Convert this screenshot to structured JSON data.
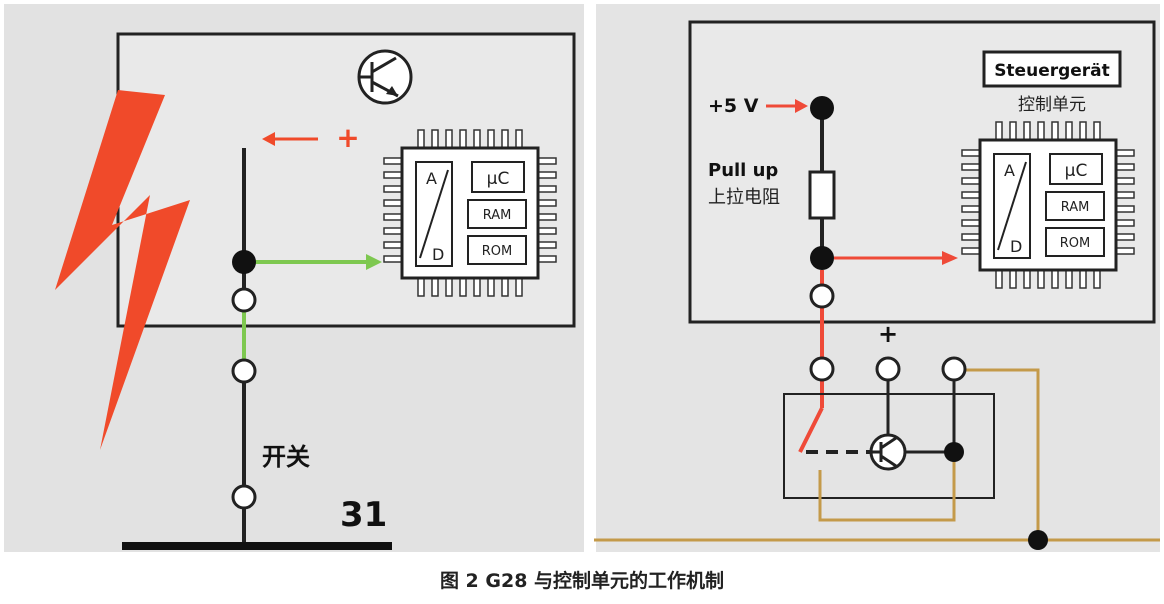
{
  "left_panel": {
    "minus_sign": "—",
    "plus_sign": "+",
    "switch_label": "开关",
    "ground_label": "31",
    "chip": {
      "ad": [
        "A",
        "D"
      ],
      "uc": "μC",
      "ram": "RAM",
      "rom": "ROM"
    }
  },
  "right_panel": {
    "unit_title": "Steuergerät",
    "unit_subtitle": "控制单元",
    "supply_label": "+5 V",
    "pullup_label": "Pull up",
    "pullup_sub": "上拉电阻",
    "plus_sign": "+",
    "chip": {
      "ad": [
        "A",
        "D"
      ],
      "uc": "μC",
      "ram": "RAM",
      "rom": "ROM"
    }
  },
  "caption": "图 2  G28 与控制单元的工作机制",
  "colors": {
    "background_left": "#e2e2e2",
    "background_right": "#e4e4e4",
    "lightning": "#f04a2a",
    "green_wire": "#7ec850",
    "red_wire": "#ef4a38",
    "brown_wire": "#c49a4a"
  }
}
